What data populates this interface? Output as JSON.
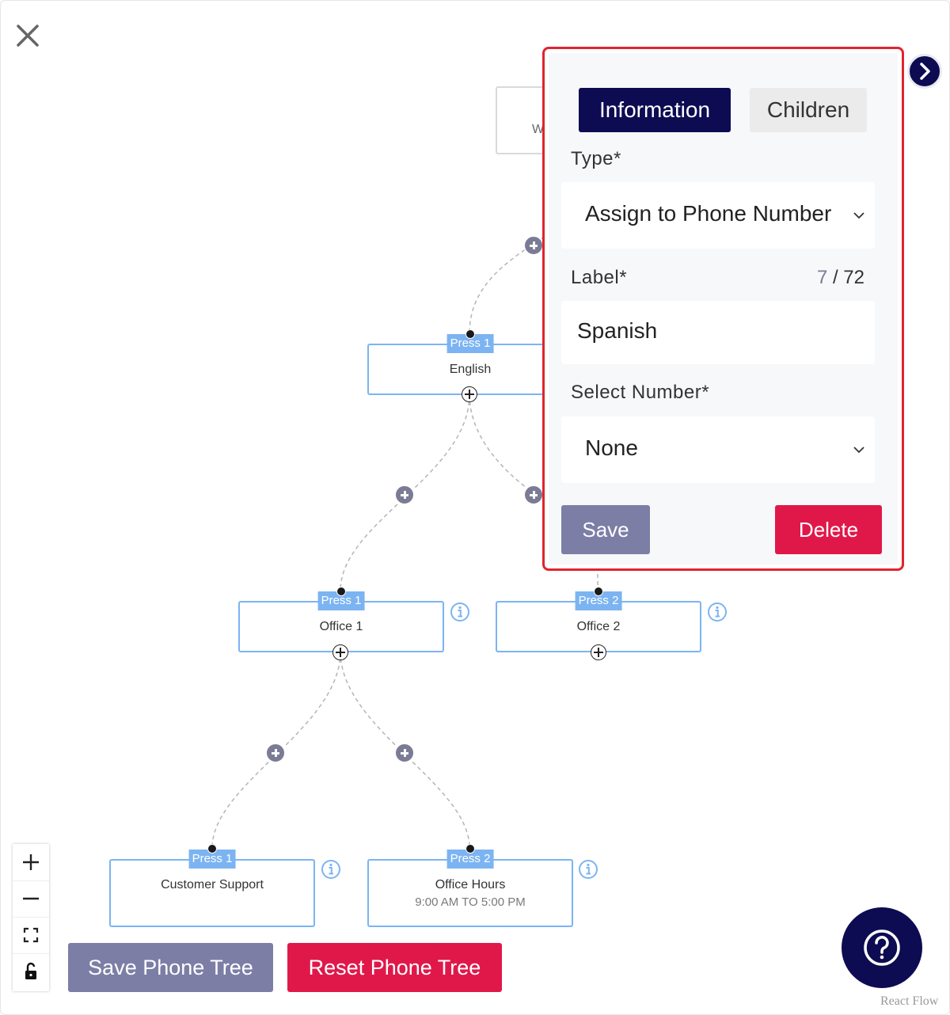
{
  "canvas": {
    "root_node_text": "W",
    "nodes": [
      {
        "tag": "Press 1",
        "title": "English",
        "subtitle": ""
      },
      {
        "tag": "Press 1",
        "title": "Office 1",
        "subtitle": ""
      },
      {
        "tag": "Press 2",
        "title": "Office 2",
        "subtitle": ""
      },
      {
        "tag": "Press 1",
        "title": "Customer Support",
        "subtitle": ""
      },
      {
        "tag": "Press 2",
        "title": "Office Hours",
        "subtitle": "9:00 AM TO 5:00 PM"
      }
    ]
  },
  "panel": {
    "tabs": [
      "Information",
      "Children"
    ],
    "active_tab": "Information",
    "type_label": "Type*",
    "type_value": "Assign to Phone Number",
    "label_label": "Label*",
    "label_value": "Spanish",
    "label_count": "7",
    "label_max": "/ 72",
    "select_number_label": "Select Number*",
    "select_number_value": "None",
    "save_label": "Save",
    "delete_label": "Delete"
  },
  "footer": {
    "save_tree_label": "Save Phone Tree",
    "reset_tree_label": "Reset Phone Tree"
  },
  "attribution": "React Flow",
  "colors": {
    "accent_navy": "#0d0c52",
    "node_blue": "#7cb4f2",
    "danger_red": "#e0184a",
    "muted_purple": "#7c7ea6",
    "highlight_border": "#e0242f"
  }
}
